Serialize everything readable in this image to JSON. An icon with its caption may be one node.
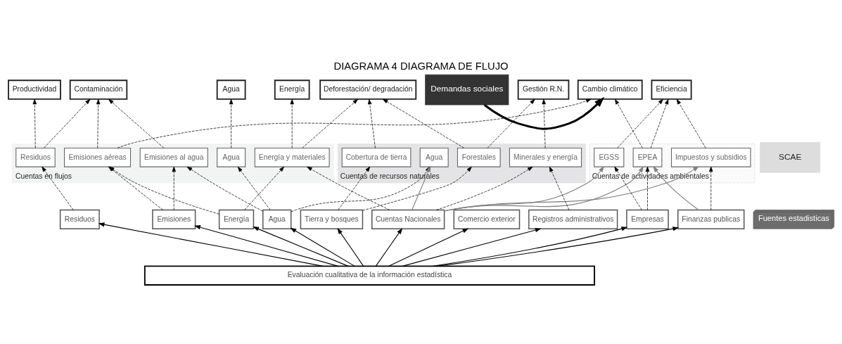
{
  "diagram": {
    "title": "DIAGRAMA 4 DIAGRAMA DE FLUJO",
    "nodes": [
      {
        "text": [
          "Demandas sociales"
        ]
      },
      {
        "text": [
          "Cambio climático"
        ]
      },
      {
        "text": [
          "Contaminación"
        ]
      },
      {
        "text": [
          "Agua"
        ]
      },
      {
        "text": [
          "Energía"
        ]
      },
      {
        "text": [
          "Productividad"
        ]
      },
      {
        "text": [
          "Deforestación/ degradación"
        ]
      },
      {
        "text": [
          "Gestión R.N."
        ]
      },
      {
        "text": [
          "Eficiencia"
        ]
      },
      {
        "text": [
          "SCAE"
        ]
      },
      {
        "text": [
          "Cuentas en flujos"
        ]
      },
      {
        "text": [
          "Emisiones aéreas"
        ],
        "in": 10
      },
      {
        "text": [
          "Emisiones al agua"
        ],
        "in": 10
      },
      {
        "text": [
          "Agua"
        ],
        "in": 10
      },
      {
        "text": [
          "Residuos"
        ],
        "in": 10
      },
      {
        "text": [
          "Energía y materiales"
        ],
        "in": 10
      },
      {
        "text": [
          "Cuentas de recursos naturales"
        ]
      },
      {
        "text": [
          "Cobertura de tierra"
        ],
        "in": 16
      },
      {
        "text": [
          "Minerales y energía"
        ],
        "in": 16
      },
      {
        "text": [
          "Forestales"
        ],
        "in": 16
      },
      {
        "text": [
          "Agua"
        ],
        "in": 16
      },
      {
        "text": [
          "Cuentas de actividades ambientales"
        ]
      },
      {
        "text": [
          "EPEA"
        ],
        "in": 21
      },
      {
        "text": [
          "EGSS"
        ],
        "in": 21
      },
      {
        "text": [
          "Impuestos y subsidios"
        ],
        "in": 21
      },
      {
        "text": [
          "Fuentes estadisticas"
        ]
      },
      {
        "text": [
          "Emisiones"
        ]
      },
      {
        "text": [
          "Agua"
        ]
      },
      {
        "text": [
          "Energía"
        ]
      },
      {
        "text": [
          "Residuos"
        ]
      },
      {
        "text": [
          "Tierra y bosques"
        ]
      },
      {
        "text": [
          "Cuentas Nacionales"
        ]
      },
      {
        "text": [
          "Comercio exterior"
        ]
      },
      {
        "text": [
          "Empresas"
        ]
      },
      {
        "text": [
          "Finanzas publicas"
        ]
      },
      {
        "text": [
          "Registros administrativos"
        ]
      },
      {
        "text": [
          "Evaluación cualitativa de la información estadística"
        ]
      }
    ],
    "edges": [
      {
        "from": 0,
        "to": 1,
        "arrow": "to",
        "style": "thick"
      },
      {
        "from": 11,
        "to": 1,
        "arrow": "to",
        "style": "dashed"
      },
      {
        "from": 11,
        "to": 2,
        "arrow": "to",
        "style": "dashed"
      },
      {
        "from": 12,
        "to": 2,
        "arrow": "to",
        "style": "dashed"
      },
      {
        "from": 14,
        "to": 2,
        "arrow": "to",
        "style": "dashed"
      },
      {
        "from": 13,
        "to": 3,
        "arrow": "to",
        "style": "dashed"
      },
      {
        "from": 15,
        "to": 4,
        "arrow": "to",
        "style": "dashed"
      },
      {
        "from": 14,
        "to": 5,
        "arrow": "to",
        "style": "dashed"
      },
      {
        "from": 15,
        "to": 6,
        "arrow": "to",
        "style": "dashed"
      },
      {
        "from": 17,
        "to": 6,
        "arrow": "to",
        "style": "dashed"
      },
      {
        "from": 19,
        "to": 6,
        "arrow": "to",
        "style": "dashed"
      },
      {
        "from": 22,
        "to": 1,
        "arrow": "to",
        "style": "dashed"
      },
      {
        "from": 18,
        "to": 7,
        "arrow": "to",
        "style": "dashed"
      },
      {
        "from": 19,
        "to": 7,
        "arrow": "to",
        "style": "dashed"
      },
      {
        "from": 22,
        "to": 8,
        "arrow": "to",
        "style": "dashed"
      },
      {
        "from": 23,
        "to": 8,
        "arrow": "to",
        "style": "dashed"
      },
      {
        "from": 24,
        "to": 8,
        "arrow": "to",
        "style": "dashed"
      },
      {
        "from": 26,
        "to": 11,
        "arrow": "to",
        "style": "dashed"
      },
      {
        "from": 26,
        "to": 12,
        "arrow": "to",
        "style": "dashed"
      },
      {
        "from": 27,
        "to": 12,
        "arrow": "to",
        "style": "dashed"
      },
      {
        "from": 27,
        "to": 13,
        "arrow": "to",
        "style": "dashed"
      },
      {
        "from": 27,
        "to": 20,
        "arrow": "to",
        "style": "dashed"
      },
      {
        "from": 28,
        "to": 11,
        "arrow": "to",
        "style": "dashed"
      },
      {
        "from": 28,
        "to": 15,
        "arrow": "to",
        "style": "dashed"
      },
      {
        "from": 29,
        "to": 14,
        "arrow": "to",
        "style": "dashed"
      },
      {
        "from": 30,
        "to": 17,
        "arrow": "to",
        "style": "dashed"
      },
      {
        "from": 30,
        "to": 19,
        "arrow": "to",
        "style": "dashed"
      },
      {
        "from": 31,
        "to": 15,
        "arrow": "to",
        "style": "dashed"
      },
      {
        "from": 31,
        "to": 18,
        "arrow": "to",
        "style": "dashed"
      },
      {
        "from": 31,
        "to": 20,
        "arrow": "to",
        "color": "#808080"
      },
      {
        "from": 31,
        "to": 22,
        "arrow": "to",
        "color": "#808080"
      },
      {
        "from": 31,
        "to": 23,
        "arrow": "to",
        "color": "#808080"
      },
      {
        "from": 31,
        "to": 24,
        "arrow": "to",
        "color": "#808080"
      },
      {
        "from": 33,
        "to": 22,
        "arrow": "to",
        "style": "dashed"
      },
      {
        "from": 33,
        "to": 23,
        "arrow": "to",
        "style": "dashed"
      },
      {
        "from": 34,
        "to": 22,
        "arrow": "to",
        "color": "#808080"
      },
      {
        "from": 34,
        "to": 24,
        "arrow": "to",
        "style": "dashed"
      },
      {
        "from": 35,
        "to": 18,
        "arrow": "to",
        "style": "dashed"
      },
      {
        "from": 36,
        "to": 26,
        "arrow": "to"
      },
      {
        "from": 36,
        "to": 27,
        "arrow": "to"
      },
      {
        "from": 36,
        "to": 28,
        "arrow": "to"
      },
      {
        "from": 36,
        "to": 29,
        "arrow": "to"
      },
      {
        "from": 36,
        "to": 30,
        "arrow": "to"
      },
      {
        "from": 36,
        "to": 31,
        "arrow": "to"
      },
      {
        "from": 36,
        "to": 32,
        "arrow": "to"
      },
      {
        "from": 36,
        "to": 33,
        "arrow": "to"
      },
      {
        "from": 36,
        "to": 34,
        "arrow": "to"
      },
      {
        "from": 36,
        "to": 35,
        "arrow": "to"
      }
    ]
  }
}
